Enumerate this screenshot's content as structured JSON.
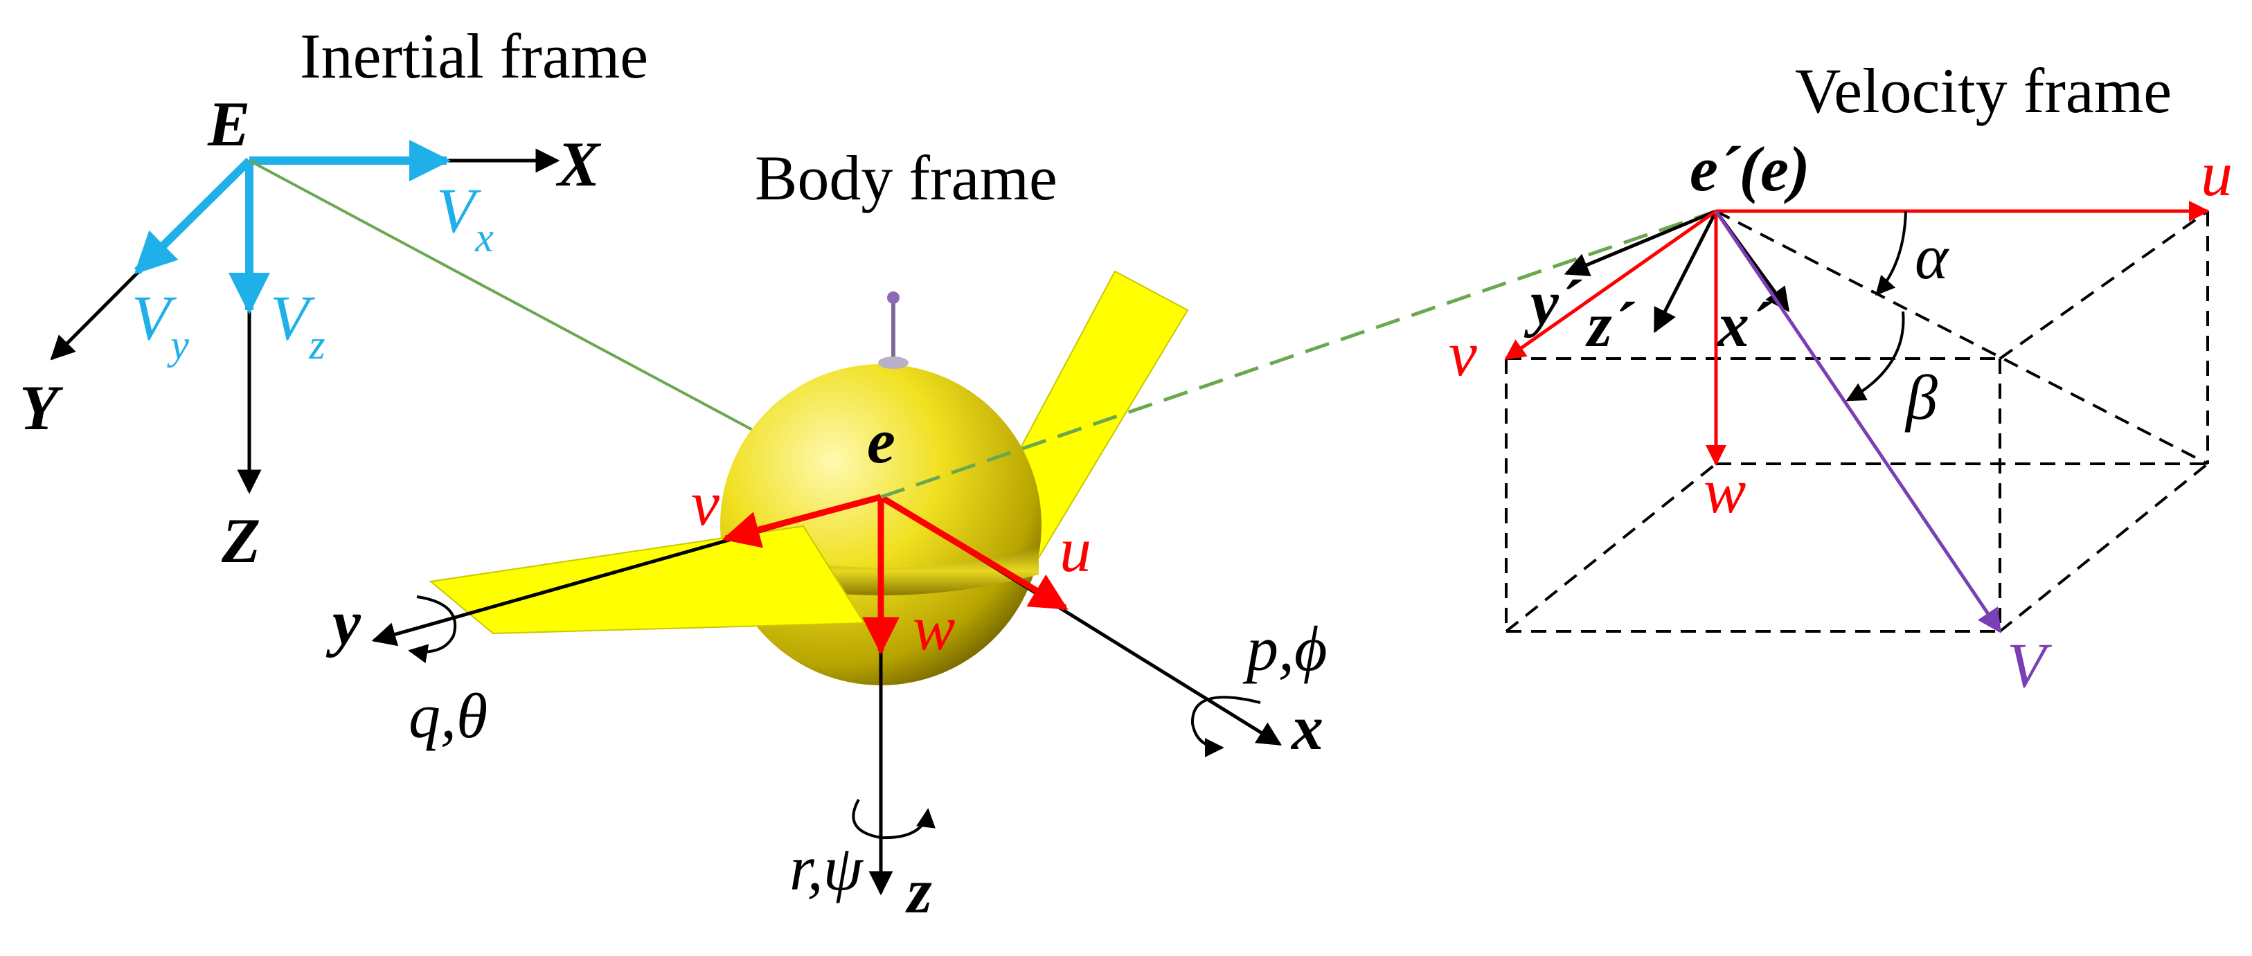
{
  "colors": {
    "black": "#000000",
    "red": "#ff0000",
    "blue": "#1fb0ea",
    "green": "#6aa84f",
    "purple": "#7b3fb5",
    "yellow": "#ffff00",
    "sphere": "#f2e417"
  },
  "inertial": {
    "title": "Inertial frame",
    "origin": "E",
    "X": "X",
    "Y": "Y",
    "Z": "Z",
    "Vx": "V",
    "Vx_sub": "x",
    "Vy": "V",
    "Vy_sub": "y",
    "Vz": "V",
    "Vz_sub": "z"
  },
  "body": {
    "title": "Body frame",
    "origin": "e",
    "x": "x",
    "y": "y",
    "z": "z",
    "u": "u",
    "v": "v",
    "w": "w",
    "roll": "p,ϕ",
    "pitch": "q,θ",
    "yaw": "r,ψ"
  },
  "velocity": {
    "title": "Velocity frame",
    "origin": "e´(e)",
    "u": "u",
    "v": "v",
    "w": "w",
    "V": "V",
    "xp": "x´",
    "yp": "y´",
    "zp": "z´",
    "alpha": "α",
    "beta": "β"
  }
}
